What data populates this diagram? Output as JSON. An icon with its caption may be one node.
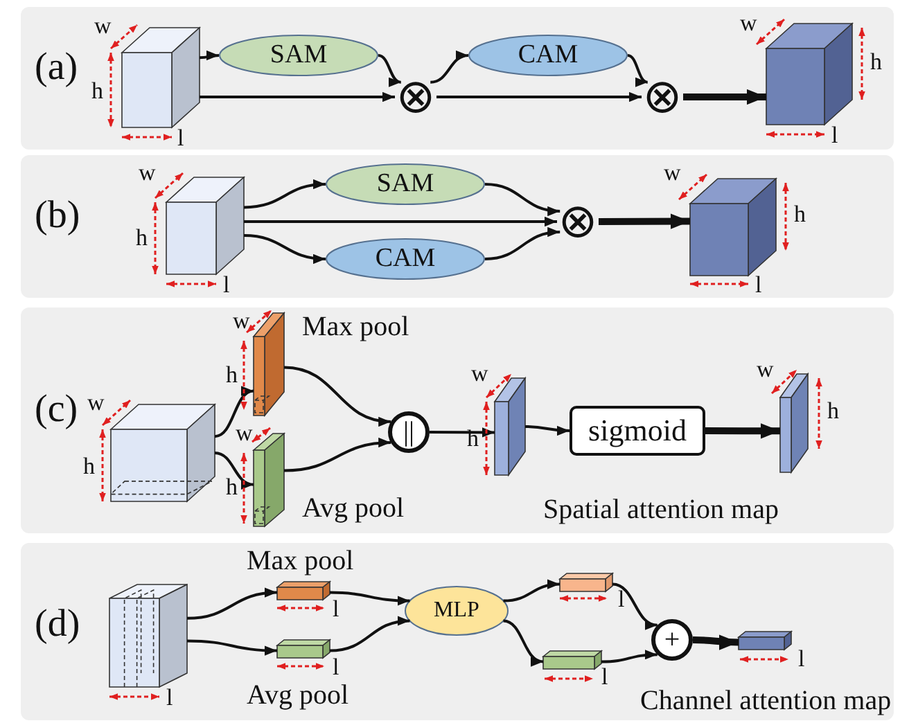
{
  "diagram": {
    "nodes": [
      {
        "text": [
          "(a)"
        ]
      },
      {
        "text": [],
        "shape": "box",
        "in": 0
      },
      {
        "text": [
          "SAM"
        ],
        "in": 0
      },
      {
        "text": [
          "⊗"
        ],
        "in": 0
      },
      {
        "text": [
          "CAM"
        ],
        "in": 0
      },
      {
        "text": [
          "⊗"
        ],
        "in": 0
      },
      {
        "text": [],
        "shape": "box",
        "in": 0
      },
      {
        "text": [
          "(b)"
        ]
      },
      {
        "text": [],
        "shape": "box",
        "in": 7
      },
      {
        "text": [
          "SAM"
        ],
        "in": 7
      },
      {
        "text": [
          "CAM"
        ],
        "in": 7
      },
      {
        "text": [
          "⊗"
        ],
        "in": 7
      },
      {
        "text": [],
        "shape": "box",
        "in": 7
      },
      {
        "text": [
          "(c)"
        ]
      },
      {
        "text": [],
        "shape": "box",
        "in": 13
      },
      {
        "text": [],
        "shape": "box",
        "in": 13,
        "beside": [
          "Max pool"
        ]
      },
      {
        "text": [],
        "shape": "box",
        "in": 13,
        "beside": [
          "Avg pool"
        ]
      },
      {
        "text": [
          "||"
        ],
        "in": 13
      },
      {
        "text": [],
        "shape": "box",
        "in": 13
      },
      {
        "text": [
          "sigmoid"
        ],
        "in": 13
      },
      {
        "text": [],
        "shape": "box",
        "in": 13,
        "beside": [
          "Spatial attention map"
        ]
      },
      {
        "text": [
          "(d)"
        ]
      },
      {
        "text": [],
        "shape": "box",
        "in": 21
      },
      {
        "text": [],
        "shape": "box",
        "in": 21,
        "beside": [
          "Max pool"
        ]
      },
      {
        "text": [],
        "shape": "box",
        "in": 21,
        "beside": [
          "Avg pool"
        ]
      },
      {
        "text": [
          "MLP"
        ],
        "in": 21
      },
      {
        "text": [],
        "shape": "box",
        "in": 21
      },
      {
        "text": [],
        "shape": "box",
        "in": 21
      },
      {
        "text": [
          "+"
        ],
        "in": 21
      },
      {
        "text": [],
        "shape": "box",
        "in": 21,
        "beside": [
          "Channel attention map"
        ]
      }
    ],
    "edges": [
      {
        "from": 1,
        "to": 2,
        "arrow": "to"
      },
      {
        "from": 2,
        "to": 3,
        "arrow": "to"
      },
      {
        "from": 1,
        "to": 3,
        "arrow": "to"
      },
      {
        "from": 3,
        "to": 4,
        "arrow": "to"
      },
      {
        "from": 4,
        "to": 5,
        "arrow": "to"
      },
      {
        "from": 3,
        "to": 5,
        "arrow": "to"
      },
      {
        "from": 5,
        "to": 6,
        "arrow": "to",
        "style": "thick"
      },
      {
        "from": 8,
        "to": 9,
        "arrow": "to"
      },
      {
        "from": 8,
        "to": 11,
        "arrow": "to"
      },
      {
        "from": 8,
        "to": 10,
        "arrow": "to"
      },
      {
        "from": 9,
        "to": 11,
        "arrow": "to"
      },
      {
        "from": 10,
        "to": 11,
        "arrow": "to"
      },
      {
        "from": 11,
        "to": 12,
        "arrow": "to",
        "style": "thick"
      },
      {
        "from": 14,
        "to": 15,
        "arrow": "to"
      },
      {
        "from": 14,
        "to": 16,
        "arrow": "to"
      },
      {
        "from": 15,
        "to": 17,
        "arrow": "to"
      },
      {
        "from": 16,
        "to": 17,
        "arrow": "to"
      },
      {
        "from": 17,
        "to": 18,
        "arrow": "to"
      },
      {
        "from": 18,
        "to": 19,
        "arrow": "to"
      },
      {
        "from": 19,
        "to": 20,
        "arrow": "to",
        "style": "thick"
      },
      {
        "from": 22,
        "to": 23,
        "arrow": "to"
      },
      {
        "from": 22,
        "to": 24,
        "arrow": "to"
      },
      {
        "from": 23,
        "to": 25,
        "arrow": "to"
      },
      {
        "from": 24,
        "to": 25,
        "arrow": "to"
      },
      {
        "from": 25,
        "to": 26,
        "arrow": "to"
      },
      {
        "from": 25,
        "to": 27,
        "arrow": "to"
      },
      {
        "from": 26,
        "to": 28,
        "arrow": "to"
      },
      {
        "from": 27,
        "to": 28,
        "arrow": "to"
      },
      {
        "from": 28,
        "to": 29,
        "arrow": "to",
        "style": "thick"
      }
    ],
    "labels": [
      "w",
      "h",
      "l",
      "w",
      "h",
      "l",
      "w",
      "h",
      "l",
      "w",
      "h",
      "l",
      "w",
      "h",
      "w",
      "h",
      "w",
      "h",
      "w",
      "h",
      "w",
      "h",
      "l",
      "l",
      "l",
      "l",
      "l",
      "l"
    ]
  }
}
